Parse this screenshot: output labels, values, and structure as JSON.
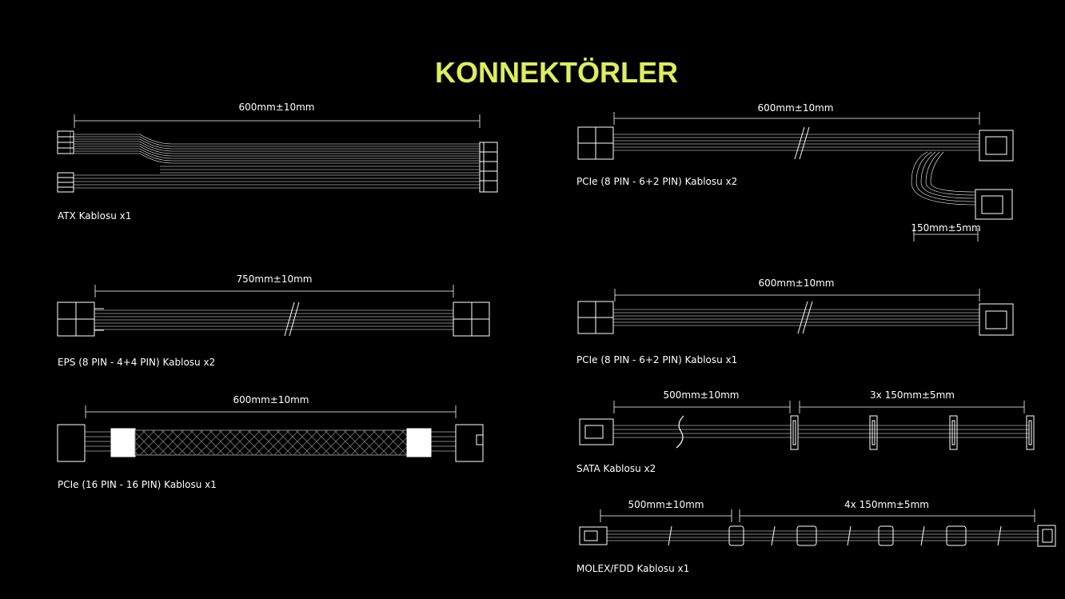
{
  "title": "KONNEKTÖRLER",
  "cables": [
    {
      "label": "ATX Kablosu x1",
      "dim": "600mm±10mm"
    },
    {
      "label": "EPS (8 PIN - 4+4 PIN) Kablosu x2",
      "dim": "750mm±10mm"
    },
    {
      "label": "PCIe (16 PIN - 16 PIN) Kablosu x1",
      "dim": "600mm±10mm"
    },
    {
      "label": "PCIe (8 PIN - 6+2 PIN) Kablosu x2",
      "dim": "600mm±10mm",
      "dim2": "150mm±5mm"
    },
    {
      "label": "PCIe (8 PIN - 6+2 PIN) Kablosu x1",
      "dim": "600mm±10mm"
    },
    {
      "label": "SATA Kablosu x2",
      "dim": "500mm±10mm",
      "dim2": "3x 150mm±5mm"
    },
    {
      "label": "MOLEX/FDD Kablosu x1",
      "dim": "500mm±10mm",
      "dim2": "4x 150mm±5mm"
    }
  ],
  "colors": {
    "title": "#dcee5a",
    "line": "#ffffff",
    "background": "#000000"
  }
}
